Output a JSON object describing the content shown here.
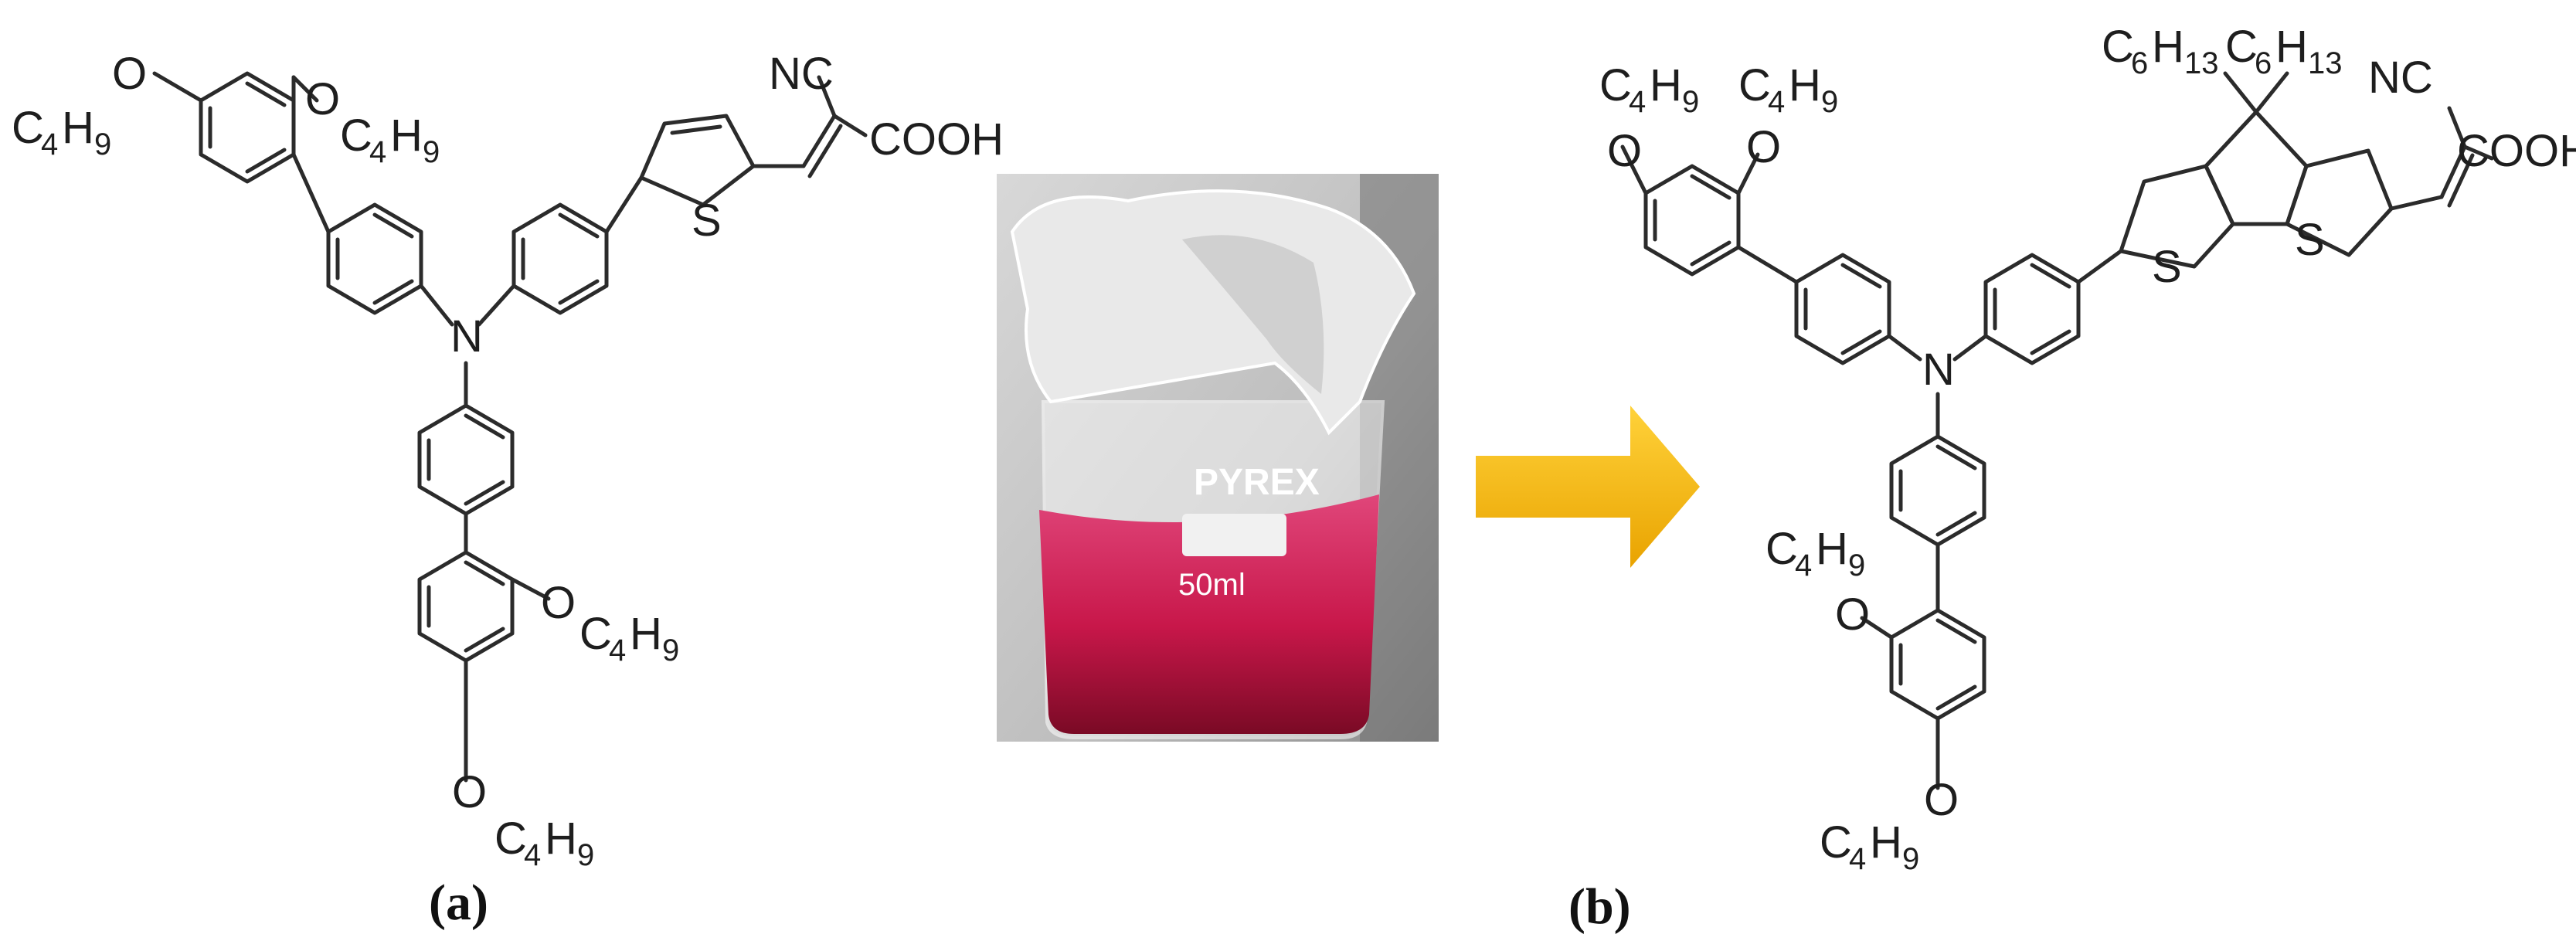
{
  "panels": {
    "a": {
      "label": "(a)"
    },
    "b": {
      "label": "(b)"
    }
  },
  "chem_labels": {
    "N": "N",
    "S": "S",
    "O": "O",
    "NC": "NC",
    "COOH": "COOH",
    "C": "C",
    "H": "H",
    "sub_4": "4",
    "sub_9": "9",
    "sub_6": "6",
    "sub_13": "13"
  },
  "photo": {
    "brand": "PYREX",
    "volume": "50ml",
    "solution_color": "#d81b4d"
  },
  "arrow": {
    "color": "#f5b800"
  }
}
